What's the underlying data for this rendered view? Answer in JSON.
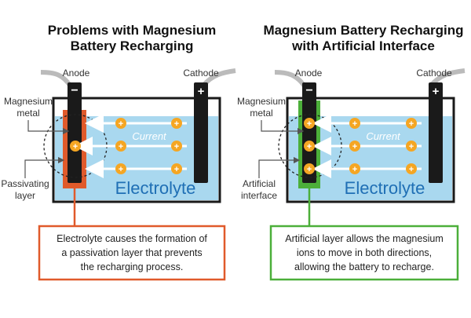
{
  "left": {
    "title_lines": [
      "Problems with Magnesium",
      "Battery Recharging"
    ],
    "anode_label": "Anode",
    "cathode_label": "Cathode",
    "metal_label_lines": [
      "Magnesium",
      "metal"
    ],
    "layer_label_lines": [
      "Passivating",
      "layer"
    ],
    "current_label": "Current",
    "electrolyte_label": "Electrolyte",
    "caption_lines": [
      "Electrolyte causes the formation of",
      "a passivation layer that prevents",
      "the recharging process."
    ],
    "accent_color": "#e05a2b"
  },
  "right": {
    "title_lines": [
      "Magnesium Battery Recharging",
      "with Artificial Interface"
    ],
    "anode_label": "Anode",
    "cathode_label": "Cathode",
    "metal_label_lines": [
      "Magnesium",
      "metal"
    ],
    "layer_label_lines": [
      "Artificial",
      "interface"
    ],
    "current_label": "Current",
    "electrolyte_label": "Electrolyte",
    "caption_lines": [
      "Artificial layer allows the magnesium",
      "ions to move in both directions,",
      "allowing the battery to recharge."
    ],
    "accent_color": "#4caf3a"
  },
  "symbols": {
    "minus": "−",
    "plus": "+"
  },
  "colors": {
    "electrolyte": "#a9d8ef",
    "ion": "#f5a623",
    "arrow": "#ffffff",
    "electrode": "#1a1a1a"
  }
}
